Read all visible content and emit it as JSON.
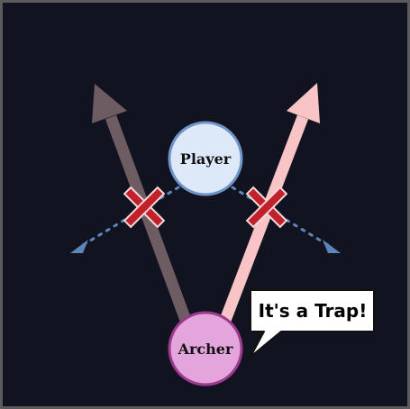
{
  "scene": {
    "player": {
      "label": "Player",
      "fill": "#dde9f9",
      "stroke": "#6e95c8"
    },
    "archer": {
      "label": "Archer",
      "fill": "#e3a5dc",
      "stroke": "#9c3a8d"
    },
    "speech_bubble": {
      "text": "It's a Trap!"
    },
    "colors": {
      "background": "#121320",
      "frame": "#5d5a5b",
      "arrow_left": "#6d5c61",
      "arrow_right": "#f8c4c6",
      "dotted_path": "#5d86b8",
      "cross_fill": "#c2202b",
      "cross_outline": "#f1d8da"
    },
    "icons": [
      "arrow-up-left-icon",
      "arrow-up-right-icon",
      "blocked-x-icon",
      "dotted-arrow-icon"
    ]
  }
}
